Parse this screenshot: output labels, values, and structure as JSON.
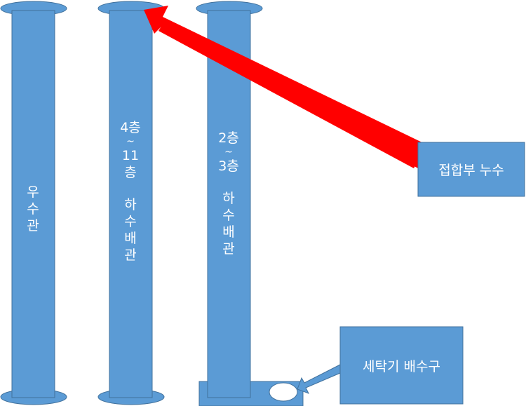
{
  "colors": {
    "pipe_fill": "#5b9bd5",
    "pipe_stroke": "#41719c",
    "arrow_red": "#ff0000",
    "text": "#ffffff",
    "background": "#ffffff"
  },
  "pipes": [
    {
      "id": "rainwater-pipe",
      "label_lines": [
        "우",
        "수",
        "관"
      ]
    },
    {
      "id": "sewer-pipe-4-11",
      "label_lines": [
        "4층",
        "~",
        "11",
        "층",
        "",
        "하",
        "수",
        "배",
        "관"
      ]
    },
    {
      "id": "sewer-pipe-2-3",
      "label_lines": [
        "2층",
        "~",
        "3층",
        "",
        "하",
        "수",
        "배",
        "관"
      ]
    }
  ],
  "callouts": {
    "joint_leak": {
      "label": "접합부 누수"
    },
    "washer_drain": {
      "label": "세탁기 배수구"
    }
  }
}
